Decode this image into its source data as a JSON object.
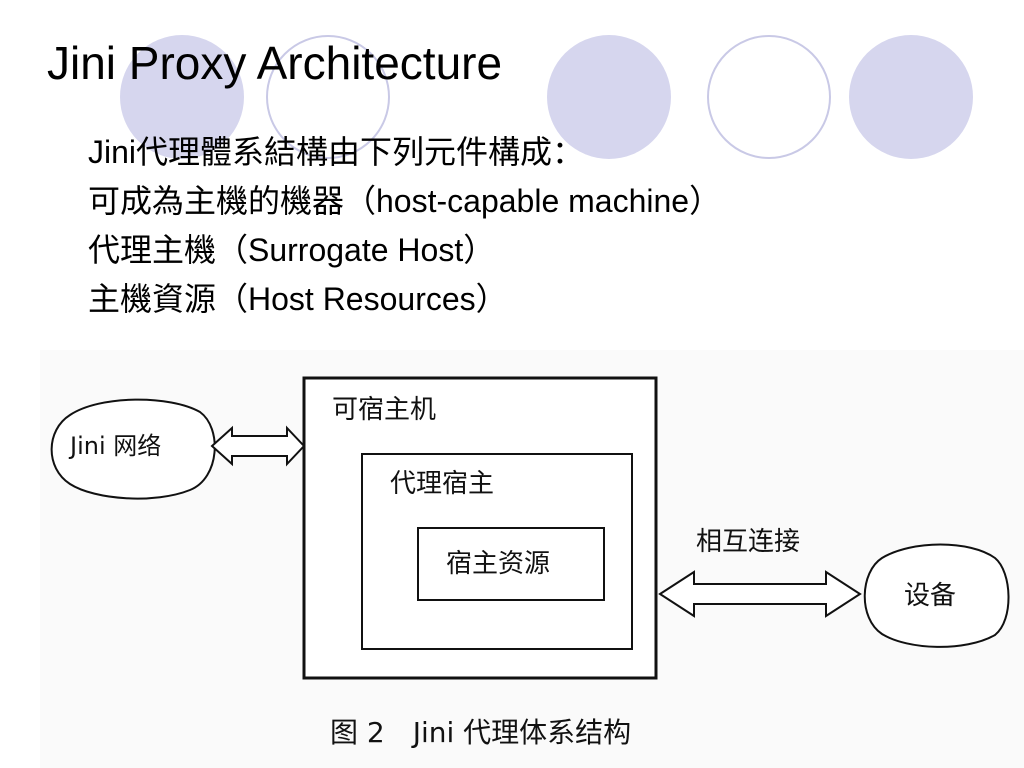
{
  "slide": {
    "title": "Jini Proxy Architecture",
    "lines": [
      "Jini代理體系結構由下列元件構成：",
      "可成為主機的機器（host-capable machine）",
      "代理主機（Surrogate Host）",
      "主機資源（Host Resources）"
    ]
  },
  "diagram": {
    "jini_network": "Jini 网络",
    "host_capable": "可宿主机",
    "surrogate_host": "代理宿主",
    "host_resources": "宿主资源",
    "interconnect": "相互连接",
    "device": "设备",
    "caption": "图 2　Jini 代理体系结构"
  },
  "colors": {
    "decor_fill": "#d6d6ee",
    "decor_ring": "#c9c9e6"
  }
}
